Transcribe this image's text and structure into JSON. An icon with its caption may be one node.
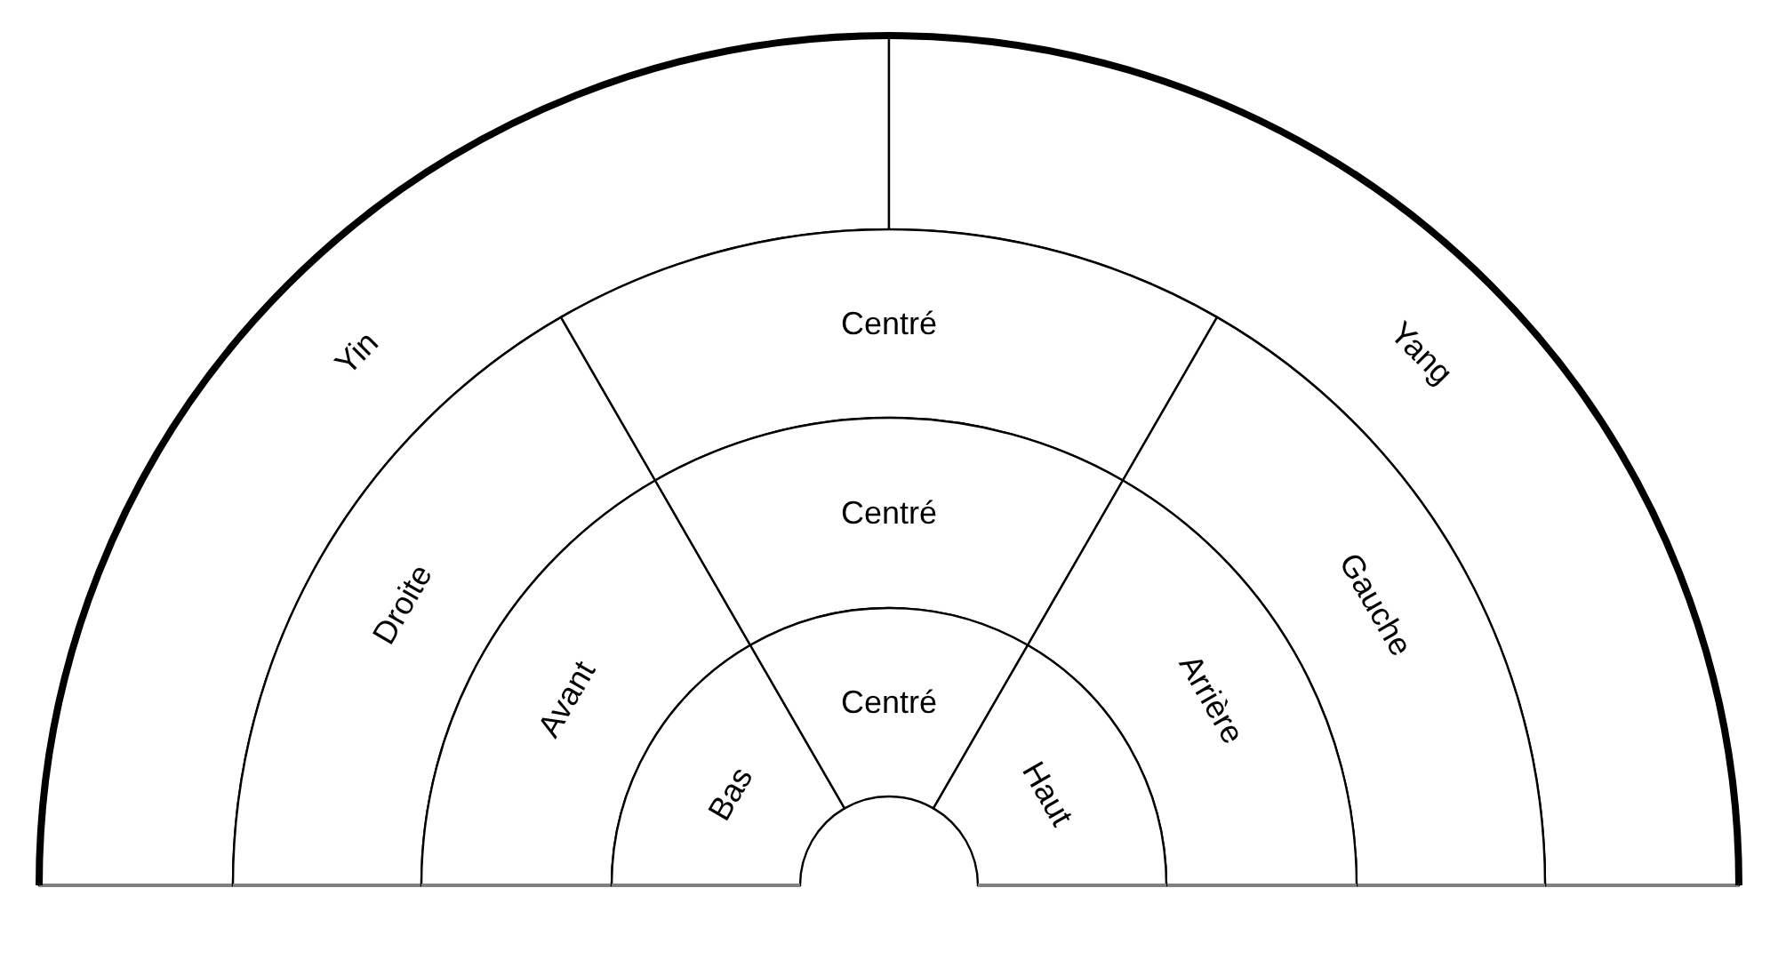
{
  "diagram": {
    "nodes": [
      {
        "text": [
          "Yin"
        ]
      },
      {
        "text": [
          "Yang"
        ]
      },
      {
        "text": [
          "Droite"
        ]
      },
      {
        "text": [
          "Centré"
        ]
      },
      {
        "text": [
          "Gauche"
        ]
      },
      {
        "text": [
          "Avant"
        ]
      },
      {
        "text": [
          "Centré"
        ]
      },
      {
        "text": [
          "Arrière"
        ]
      },
      {
        "text": [
          "Bas"
        ]
      },
      {
        "text": [
          "Centré"
        ]
      },
      {
        "text": [
          "Haut"
        ]
      }
    ]
  }
}
